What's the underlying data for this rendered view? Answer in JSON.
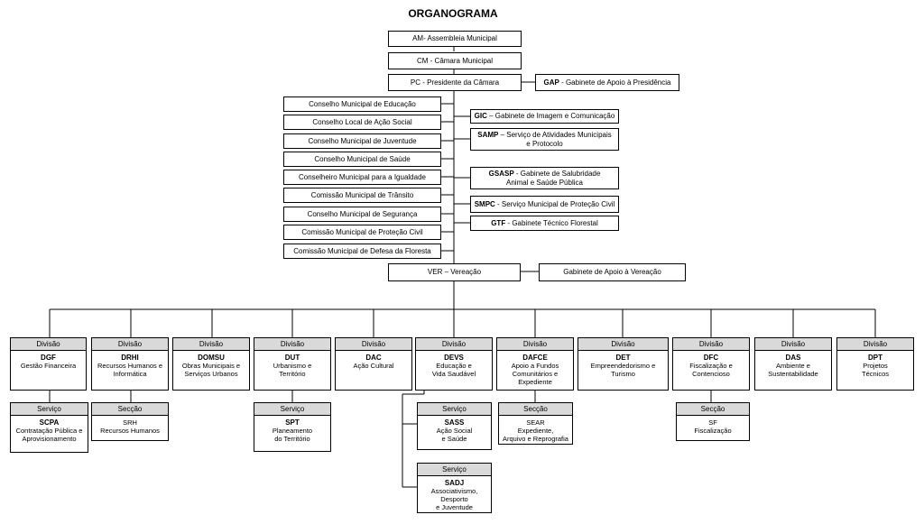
{
  "title": "ORGANOGRAMA",
  "top": {
    "am": "AM- Assembleia Municipal",
    "cm": "CM - Câmara Municipal",
    "pc": "PC - Presidente da Câmara",
    "gap_code": "GAP",
    "gap_desc": " - Gabinete de Apoio à Presidência"
  },
  "councils": [
    "Conselho Municipal de Educação",
    "Conselho Local de Ação Social",
    "Conselho Municipal de Juventude",
    "Conselho Municipal de Saúde",
    "Conselheiro Municipal para a Igualdade",
    "Comissão Municipal de Trânsito",
    "Conselho Municipal de Segurança",
    "Comissão Municipal de  Proteção Civil",
    "Comissão Municipal de  Defesa da Floresta"
  ],
  "offices": [
    {
      "code": "GIC",
      "desc": " – Gabinete de Imagem e Comunicação"
    },
    {
      "code": "SAMP",
      "desc": " – Serviço de Atividades Municipais\ne Protocolo"
    },
    {
      "code": "GSASP",
      "desc": " - Gabinete de Salubridade\nAnimal e Saúde Pública"
    },
    {
      "code": "SMPC",
      "desc": " - Serviço Municipal de Proteção Civil"
    },
    {
      "code": "GTF",
      "desc": " - Gabinete Técnico Florestal"
    }
  ],
  "ver": "VER – Vereação",
  "gav": "Gabinete de Apoio à Vereação",
  "divisions": [
    {
      "hdr": "Divisão",
      "code": "DGF",
      "desc": "Gestão Financeira"
    },
    {
      "hdr": "Divisão",
      "code": "DRHI",
      "desc": "Recursos Humanos e\nInformática"
    },
    {
      "hdr": "Divisão",
      "code": "DOMSU",
      "desc": "Obras Municipais e\nServiços Urbanos"
    },
    {
      "hdr": "Divisão",
      "code": "DUT",
      "desc": "Urbanismo e\nTerritório"
    },
    {
      "hdr": "Divisão",
      "code": "DAC",
      "desc": "Ação Cultural"
    },
    {
      "hdr": "Divisão",
      "code": "DEVS",
      "desc": "Educação e\nVida Saudável"
    },
    {
      "hdr": "Divisão",
      "code": "DAFCE",
      "desc": "Apoio a Fundos\nComunitários e Expediente"
    },
    {
      "hdr": "Divisão",
      "code": "DET",
      "desc": "Empreendedorismo e Turismo"
    },
    {
      "hdr": "Divisão",
      "code": "DFC",
      "desc": "Fiscalização e\nContencioso"
    },
    {
      "hdr": "Divisão",
      "code": "DAS",
      "desc": "Ambiente e\nSustentabilidade"
    },
    {
      "hdr": "Divisão",
      "code": "DPT",
      "desc": "Projetos\nTécnicos"
    }
  ],
  "subunits": [
    {
      "hdr": "Serviço",
      "code": "SCPA",
      "desc": "Contratação Pública e\nAprovisionamento"
    },
    {
      "hdr": "Secção",
      "code": "",
      "desc": "SRH\nRecursos Humanos"
    },
    {
      "hdr": "Serviço",
      "code": "SPT",
      "desc": "Planeamento\ndo Território"
    },
    {
      "hdr": "Serviço",
      "code": "SASS",
      "desc": "Ação Social\ne Saúde"
    },
    {
      "hdr": "Serviço",
      "code": "SADJ",
      "desc": "Associativismo, Desporto\ne Juventude"
    },
    {
      "hdr": "Secção",
      "code": "",
      "desc": "SEAR\nExpediente,\nArquivo e Reprografia"
    },
    {
      "hdr": "Secção",
      "code": "",
      "desc": "SF\nFiscalização"
    }
  ]
}
